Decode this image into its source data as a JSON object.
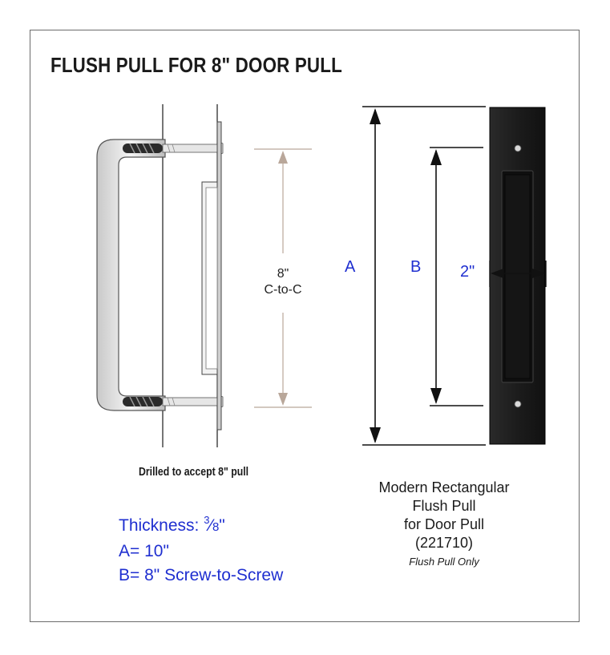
{
  "title": "FLUSH PULL FOR 8\" DOOR PULL",
  "left_drawing": {
    "center_label_line1": "8\"",
    "center_label_line2": "C-to-C",
    "drilled_note": "Drilled to accept 8\" pull"
  },
  "right_drawing": {
    "dim_a": "A",
    "dim_b": "B",
    "dim_width": "2\""
  },
  "specs": {
    "thickness_label": "Thickness: ",
    "thickness_num": "3",
    "thickness_slash": "⁄",
    "thickness_den": "8",
    "thickness_unit": "\"",
    "a_line": "A= 10\"",
    "b_line": "B= 8\" Screw-to-Screw"
  },
  "caption": {
    "line1": "Modern Rectangular",
    "line2": "Flush Pull",
    "line3": "for Door Pull",
    "line4": "(221710)",
    "note": "Flush Pull Only"
  },
  "colors": {
    "dimension_blue": "#1f2fd0",
    "pull_black": "#1c1c1c",
    "dim_line_tan": "#b9a79a"
  }
}
